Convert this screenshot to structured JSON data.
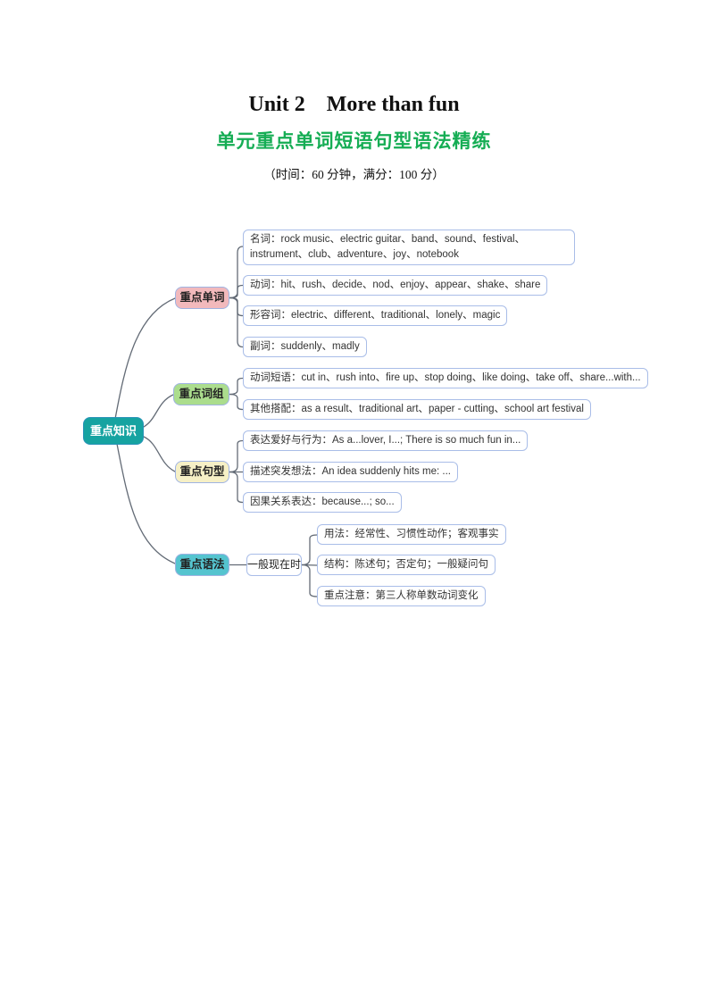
{
  "document": {
    "title": "Unit 2　More than fun",
    "subtitle": "单元重点单词短语句型语法精练",
    "meta_line": "（时间：60 分钟，满分：100 分）"
  },
  "mindmap": {
    "root_label": "重点知识",
    "branches": [
      {
        "label": "重点单词",
        "leaves": [
          "名词：rock music、electric guitar、band、sound、festival、instrument、club、adventure、joy、notebook",
          "动词：hit、rush、decide、nod、enjoy、appear、shake、share",
          "形容词：electric、different、traditional、lonely、magic",
          "副词：suddenly、madly"
        ]
      },
      {
        "label": "重点词组",
        "leaves": [
          "动词短语：cut in、rush into、fire up、stop doing、like doing、take off、share...with...",
          "其他搭配：as a result、traditional art、paper - cutting、school art festival"
        ]
      },
      {
        "label": "重点句型",
        "leaves": [
          "表达爱好与行为：As a...lover, I...; There is so much fun in...",
          "描述突发想法：An idea suddenly hits me: ...",
          "因果关系表达：because...; so..."
        ]
      },
      {
        "label": "重点语法",
        "child_label": "一般现在时",
        "leaves": [
          "用法：经常性、习惯性动作；客观事实",
          "结构：陈述句；否定句；一般疑问句",
          "重点注意：第三人称单数动词变化"
        ]
      }
    ]
  },
  "colors": {
    "subtitle_green": "#15ad54",
    "root_bg": "#16a3a1",
    "root_border": "#2a93b8",
    "branch_words_bg": "#f2b9bc",
    "branch_phrases_bg": "#abdd8d",
    "branch_sentences_bg": "#f6f0c6",
    "branch_grammar_bg": "#55c4cf",
    "node_border": "#9fb3e2",
    "leaf_border": "#a9bde8",
    "connector": "#636b76"
  }
}
